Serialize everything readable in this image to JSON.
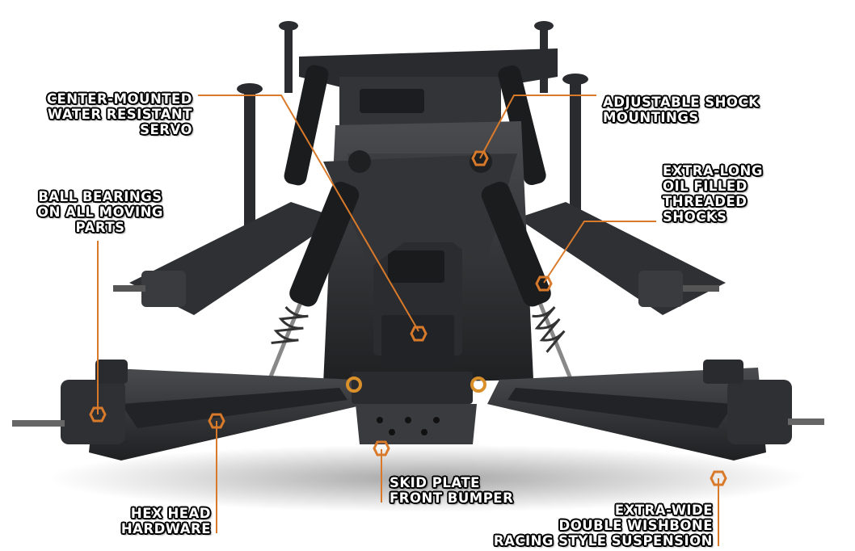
{
  "colors": {
    "callout": "#d97a2b",
    "label_text": "#ffffff",
    "label_outline": "#000000",
    "chassis": "#2e2f31"
  },
  "callouts": [
    {
      "id": "servo",
      "lines": [
        "CENTER-MOUNTED",
        "WATER RESISTANT",
        "SERVO"
      ]
    },
    {
      "id": "shock-mount",
      "lines": [
        "ADJUSTABLE SHOCK",
        "MOUNTINGS"
      ]
    },
    {
      "id": "bearings",
      "lines": [
        "BALL BEARINGS",
        "ON ALL MOVING",
        "PARTS"
      ]
    },
    {
      "id": "shocks",
      "lines": [
        "EXTRA-LONG",
        "OIL FILLED",
        "THREADED",
        "SHOCKS"
      ]
    },
    {
      "id": "skid",
      "lines": [
        "SKID PLATE",
        "FRONT BUMPER"
      ]
    },
    {
      "id": "hex",
      "lines": [
        "HEX HEAD",
        "HARDWARE"
      ]
    },
    {
      "id": "wishbone",
      "lines": [
        "EXTRA-WIDE",
        "DOUBLE WISHBONE",
        "RACING STYLE SUSPENSION"
      ]
    }
  ]
}
